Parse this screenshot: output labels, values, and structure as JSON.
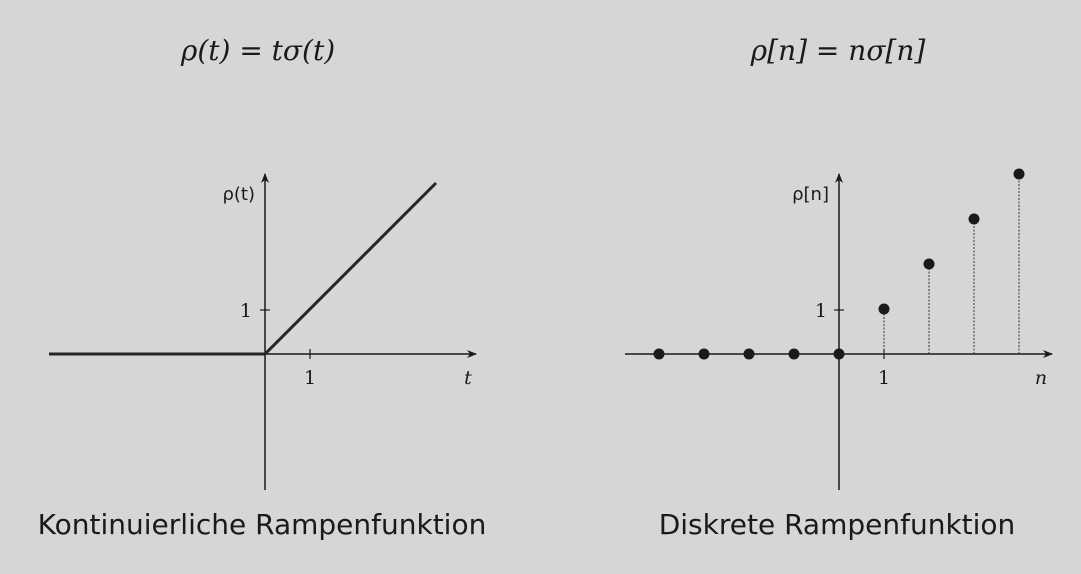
{
  "left_panel": {
    "formula": "ρ(t) = tσ(t)",
    "ylabel": "ρ(t)",
    "xlabel": "t",
    "x_tick": "1",
    "y_tick": "1",
    "caption": "Kontinuierliche Rampenfunktion"
  },
  "right_panel": {
    "formula": "ρ[n] = nσ[n]",
    "ylabel": "ρ[n]",
    "xlabel": "n",
    "x_tick": "1",
    "y_tick": "1",
    "caption": "Diskrete Rampenfunktion"
  },
  "chart_data": [
    {
      "type": "line",
      "x": [
        -4.8,
        0,
        3.8
      ],
      "y": [
        0,
        0,
        3.8
      ],
      "xlabel": "t",
      "ylabel": "ρ(t)",
      "xticks": [
        1
      ],
      "yticks": [
        1
      ]
    },
    {
      "type": "stem",
      "x": [
        -4,
        -3,
        -2,
        -1,
        0,
        1,
        2,
        3,
        4
      ],
      "y": [
        0,
        0,
        0,
        0,
        0,
        1,
        2,
        3,
        4
      ],
      "xlabel": "n",
      "ylabel": "ρ[n]",
      "xticks": [
        1
      ],
      "yticks": [
        1
      ]
    }
  ],
  "colors": {
    "background": "#d6d6d6",
    "ink": "#1a1a1a"
  }
}
